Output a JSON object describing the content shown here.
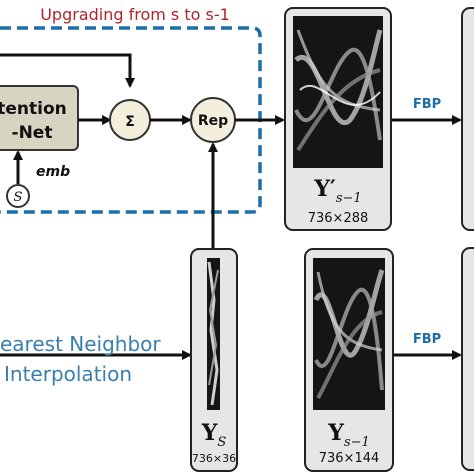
{
  "title": "Upgrading from s to s-1",
  "block": {
    "line1": "tention",
    "line2": "-Net"
  },
  "sum_symbol": "Σ",
  "rep_label": "Rep",
  "emb_label": "emb",
  "s_label": "S",
  "fbp_label": "FBP",
  "interp": {
    "line1": "earest Neighbor",
    "line2": "Interpolation"
  },
  "cards": {
    "top": {
      "symbol": "Y",
      "prime": "′",
      "subscript": "s−1",
      "dims": "736×288"
    },
    "left": {
      "symbol": "Y",
      "subscript": "S",
      "dims": "736×36"
    },
    "bottom": {
      "symbol": "Y",
      "subscript": "s−1",
      "dims": "736×144"
    }
  },
  "colors": {
    "dashed_box": "#1f6da6",
    "title": "#b0252c",
    "block_fill": "#d8d4c2",
    "node_fill": "#f4efdc",
    "card_fill": "#e6e6e6"
  }
}
